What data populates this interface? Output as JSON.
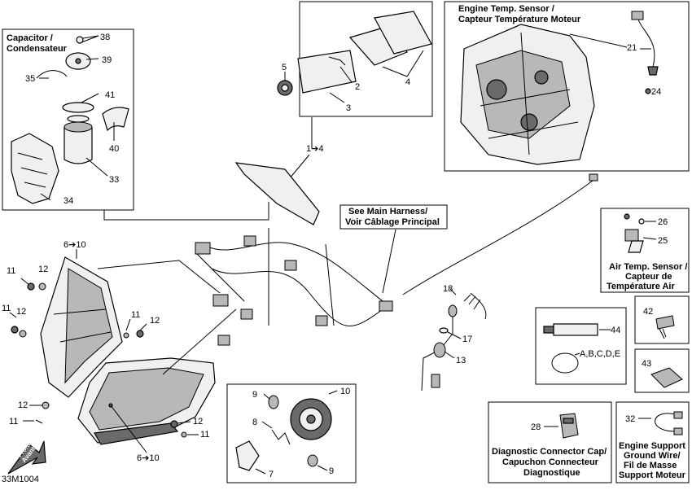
{
  "diagram_id": "33M1004",
  "boxes": {
    "capacitor": {
      "title_line1": "Capacitor /",
      "title_line2": "Condensateur"
    },
    "engine_temp": {
      "title_line1": "Engine Temp. Sensor /",
      "title_line2": "Capteur Température Moteur"
    },
    "main_harness": {
      "title_line1": "See Main Harness/",
      "title_line2": "Voir Câblage Principal"
    },
    "air_temp": {
      "title_line1": "Air Temp. Sensor /",
      "title_line2": "Capteur de",
      "title_line3": "Température Air"
    },
    "diag_cap": {
      "title_line1": "Diagnostic Connector Cap/",
      "title_line2": "Capuchon Connecteur",
      "title_line3": "Diagnostique"
    },
    "ground_wire": {
      "title_line1": "Engine Support",
      "title_line2": "Ground Wire/",
      "title_line3": "Fil de Masse",
      "title_line4": "Support Moteur"
    },
    "consumables_label": "A,B,C,D,E"
  },
  "front": {
    "line1": "Front",
    "line2": "Avant"
  },
  "callouts": {
    "c1_4": "1➔4",
    "c2": "2",
    "c3": "3",
    "c4": "4",
    "c5": "5",
    "c6_10_top": "6➔10",
    "c6_10_bot": "6➔10",
    "c7": "7",
    "c8": "8",
    "c9a": "9",
    "c9b": "9",
    "c10": "10",
    "c11a": "11",
    "c11b": "11",
    "c11c": "11",
    "c11d": "11",
    "c11e": "11",
    "c12a": "12",
    "c12b": "12",
    "c12c": "12",
    "c12d": "12",
    "c12e": "12",
    "c13": "13",
    "c17": "17",
    "c18": "18",
    "c21": "21",
    "c24": "24",
    "c25": "25",
    "c26": "26",
    "c28": "28",
    "c32": "32",
    "c33": "33",
    "c34": "34",
    "c35": "35",
    "c38": "38",
    "c39": "39",
    "c40": "40",
    "c41": "41",
    "c42": "42",
    "c43": "43",
    "c44": "44"
  }
}
